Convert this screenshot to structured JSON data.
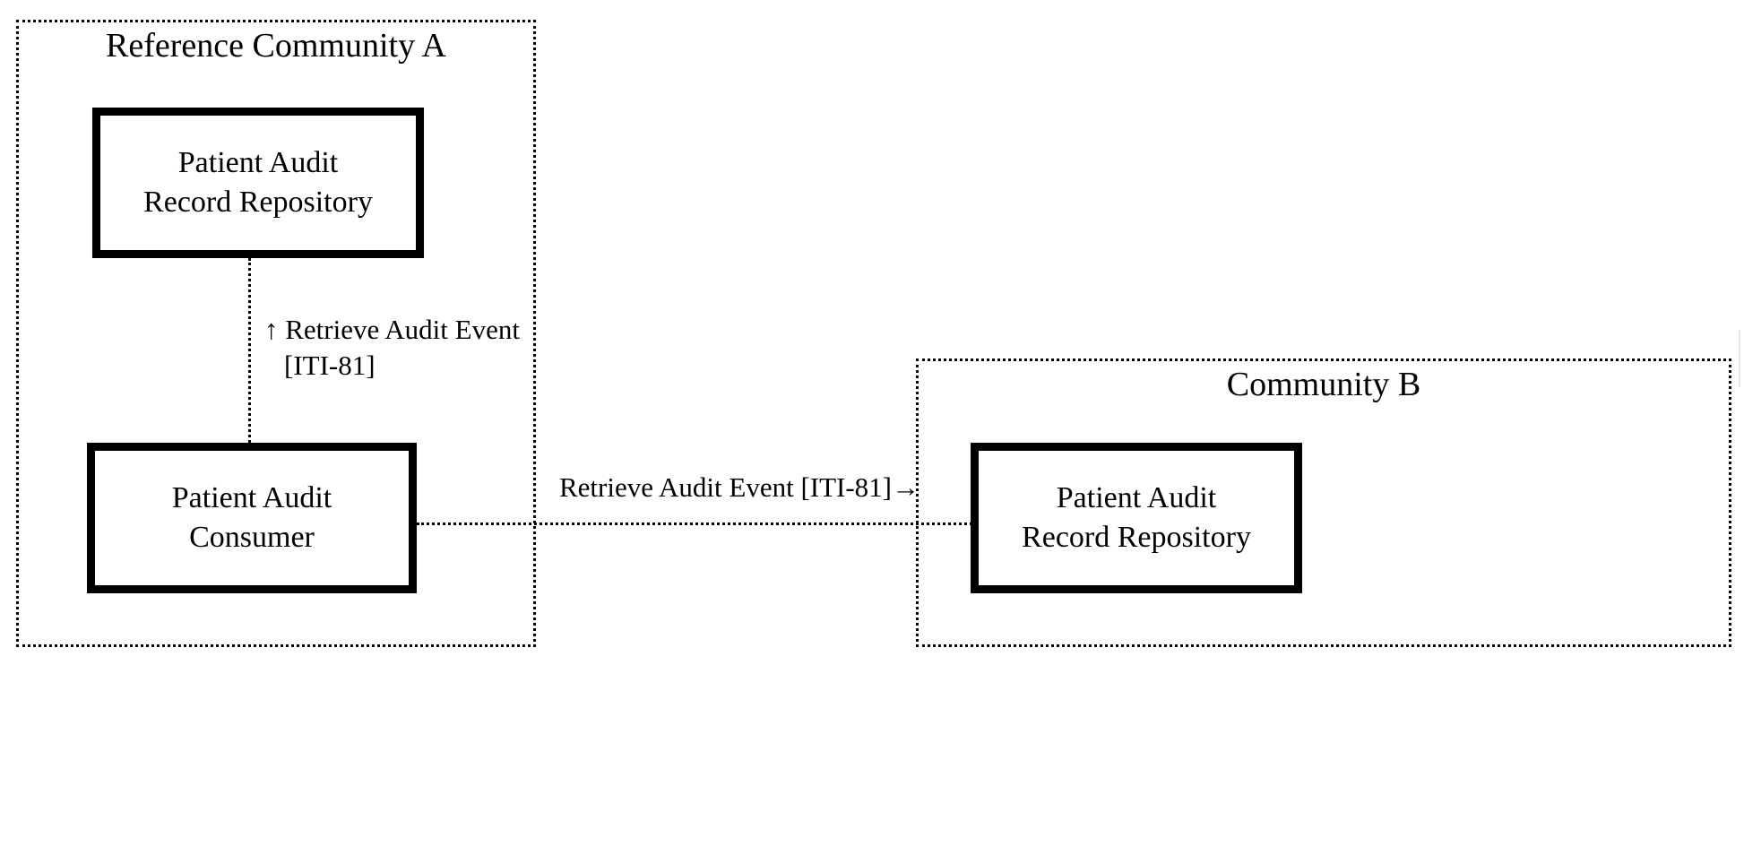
{
  "diagram": {
    "type": "ihe-actor-transaction-diagram",
    "communities": [
      {
        "id": "community-a",
        "title": "Reference Community A",
        "actors": [
          {
            "id": "par-a",
            "label": "Patient Audit\nRecord Repository"
          },
          {
            "id": "pac-a",
            "label": "Patient Audit\nConsumer"
          }
        ]
      },
      {
        "id": "community-b",
        "title": "Community B",
        "actors": [
          {
            "id": "par-b",
            "label": "Patient Audit\nRecord Repository"
          }
        ]
      }
    ],
    "transactions": [
      {
        "id": "txn-internal",
        "label": "↑ Retrieve Audit Event\n[ITI-81]",
        "name": "Retrieve Audit Event",
        "code": "[ITI-81]",
        "direction": "up"
      },
      {
        "id": "txn-cross-community",
        "label": "Retrieve Audit Event [ITI-81]→",
        "name": "Retrieve Audit Event",
        "code": "[ITI-81]",
        "direction": "right"
      }
    ],
    "colors": {
      "stroke": "#000000",
      "background": "#ffffff"
    }
  }
}
